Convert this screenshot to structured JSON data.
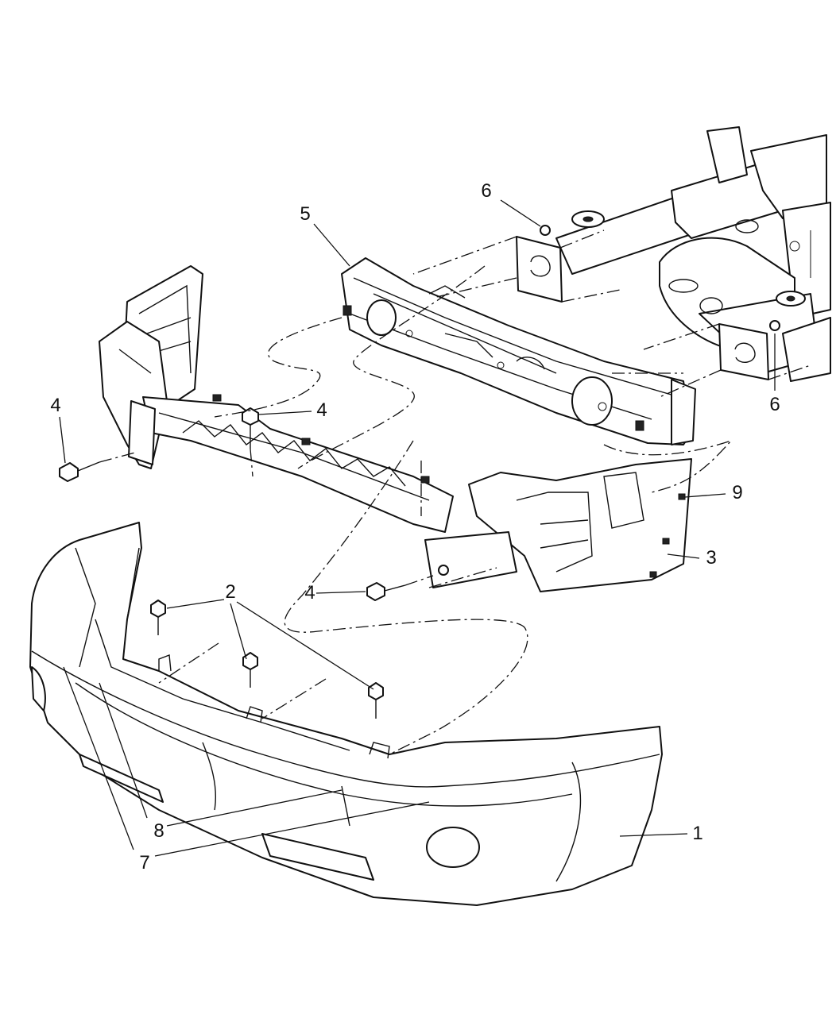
{
  "callouts": {
    "c1": "1",
    "c2": "2",
    "c3": "3",
    "c4a": "4",
    "c4b": "4",
    "c4c": "4",
    "c5": "5",
    "c6a": "6",
    "c6b": "6",
    "c7": "7",
    "c8": "8",
    "c9": "9"
  }
}
